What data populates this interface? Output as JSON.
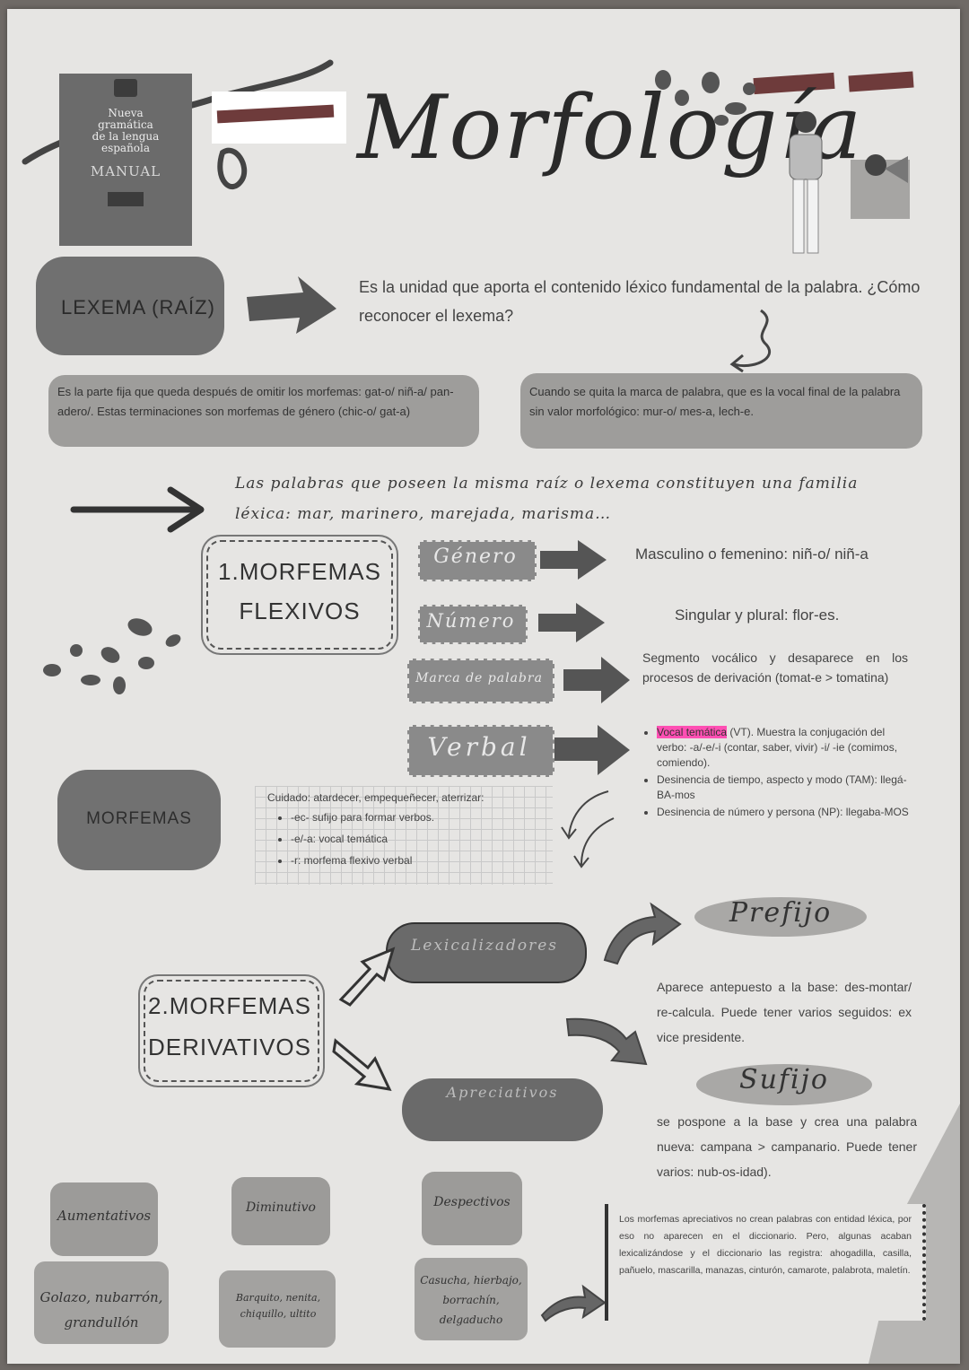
{
  "title": "Morfología",
  "book": {
    "line1": "Nueva",
    "line2": "gramática",
    "line3": "de la lengua",
    "line4": "española",
    "manual": "MANUAL"
  },
  "lexema": {
    "label": "LEXEMA (RAÍZ)",
    "definition": "Es la unidad que aporta el contenido léxico fundamental de la palabra. ¿Cómo reconocer el lexema?",
    "left_note": "Es la parte fija que queda después de omitir los morfemas: gat-o/ niñ-a/ pan-adero/. Estas terminaciones son morfemas de género (chic-o/ gat-a)",
    "right_note": "Cuando se quita la marca de palabra, que es la vocal final de la palabra sin valor morfológico: mur-o/ mes-a, lech-e."
  },
  "family": "Las palabras que poseen la misma raíz o lexema constituyen una familia léxica: mar, marinero, marejada, marisma…",
  "flexivos": {
    "title_line1": "1.MORFEMAS",
    "title_line2": "FLEXIVOS",
    "items": [
      {
        "label": "Género",
        "desc": "Masculino o femenino: niñ-o/ niñ-a"
      },
      {
        "label": "Número",
        "desc": "Singular y plural: flor-es."
      },
      {
        "label": "Marca de palabra",
        "desc": "Segmento vocálico y desaparece en los procesos de derivación (tomat-e > tomatina)"
      },
      {
        "label": "Verbal",
        "desc": ""
      }
    ],
    "verbal_points": {
      "highlight": "Vocal temática",
      "p1_rest": " (VT). Muestra la conjugación del verbo: -a/-e/-i (contar, saber, vivir) -i/ -ie (comimos, comiendo).",
      "p2": "Desinencia de tiempo, aspecto y modo (TAM): llegá-BA-mos",
      "p3": "Desinencia de número y persona (NP): llegaba-MOS"
    }
  },
  "morfemas_label": "MORFEMAS",
  "cuidado": {
    "title": "Cuidado: atardecer, empequeñecer, aterrizar:",
    "items": [
      "-ec- sufijo para formar verbos.",
      "-e/-a: vocal temática",
      "-r: morfema flexivo verbal"
    ]
  },
  "derivativos": {
    "title_line1": "2.MORFEMAS",
    "title_line2": "DERIVATIVOS",
    "lexicalizadores": "Lexicalizadores",
    "apreciativos": "Apreciativos",
    "prefijo": {
      "label": "Prefijo",
      "desc": "Aparece antepuesto a la base: des-montar/ re-calcula. Puede tener varios seguidos: ex vice presidente."
    },
    "sufijo": {
      "label": "Sufijo",
      "desc": "se pospone a la base y crea una palabra nueva: campana > campanario. Puede tener varios: nub-os-idad)."
    }
  },
  "apreciativos_types": [
    {
      "label": "Aumentativos",
      "examples": "Golazo, nubarrón, grandullón"
    },
    {
      "label": "Diminutivo",
      "examples": "Barquito, nenita, chiquillo, ultito"
    },
    {
      "label": "Despectivos",
      "examples": "Casucha, hierbajo, borrachín, delgaducho"
    }
  ],
  "apreciativos_note": "Los morfemas apreciativos no crean palabras con entidad léxica, por eso no aparecen en el diccionario. Pero, algunas acaban lexicalizándose y el diccionario las registra: ahogadilla, casilla, pañuelo, mascarilla, manazas, cinturón, camarote, palabrota, maletín.",
  "colors": {
    "paper": "#e6e5e3",
    "gray_box": "#9b9a98",
    "dark_box": "#6a6a6a",
    "highlight": "#ff4fb3"
  }
}
